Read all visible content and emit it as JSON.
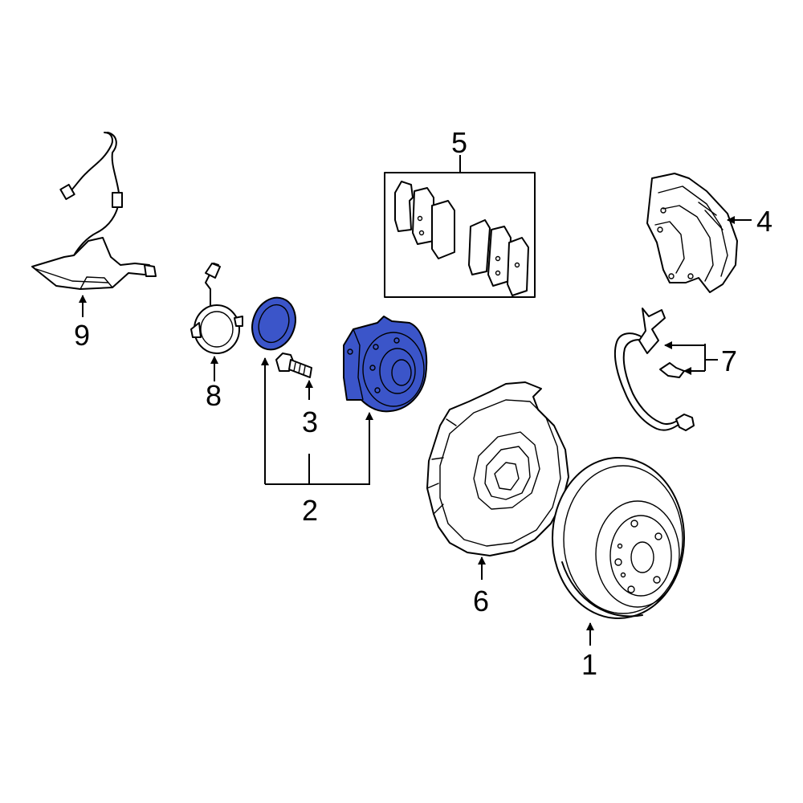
{
  "colors": {
    "highlight": "#3B55C9",
    "line": "#000000",
    "background": "#FFFFFF"
  },
  "callouts": [
    {
      "id": "1",
      "label": "1",
      "part": "brake-rotor"
    },
    {
      "id": "2",
      "label": "2",
      "part": "hub-and-bearing-assembly"
    },
    {
      "id": "3",
      "label": "3",
      "part": "hub-bolt"
    },
    {
      "id": "4",
      "label": "4",
      "part": "brake-caliper"
    },
    {
      "id": "5",
      "label": "5",
      "part": "brake-pad-set"
    },
    {
      "id": "6",
      "label": "6",
      "part": "backing-plate"
    },
    {
      "id": "7",
      "label": "7",
      "part": "brake-hose-bracket"
    },
    {
      "id": "8",
      "label": "8",
      "part": "abs-sensor-ring"
    },
    {
      "id": "9",
      "label": "9",
      "part": "abs-sensor-wire"
    }
  ]
}
